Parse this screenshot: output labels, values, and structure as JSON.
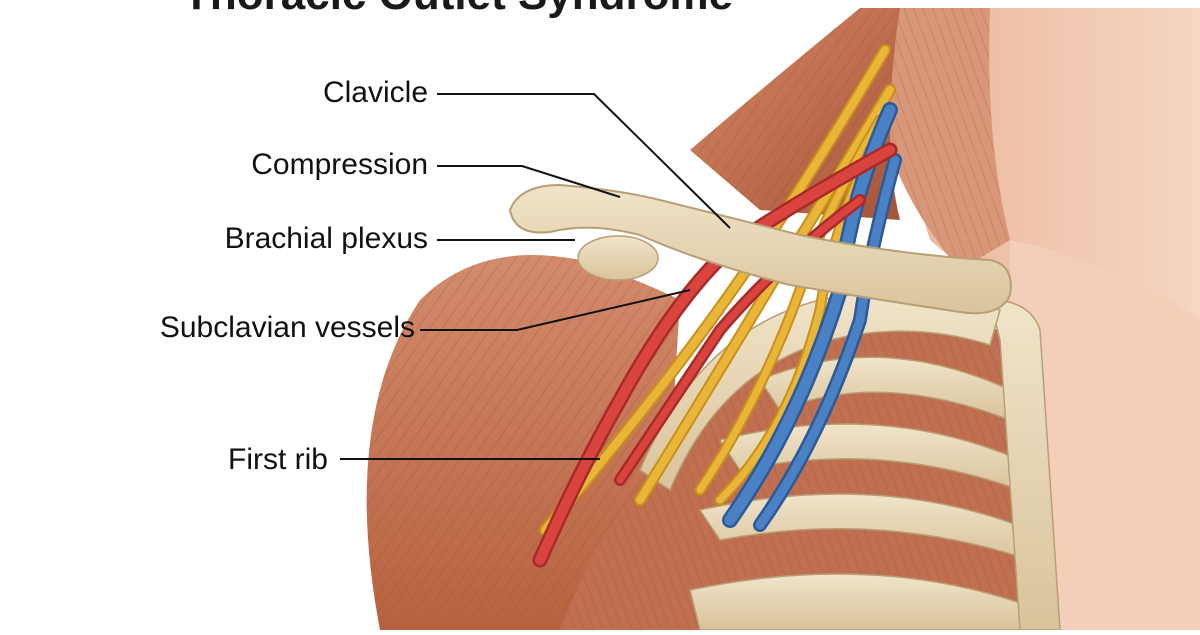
{
  "title": "Thoracic Outlet Syndrome",
  "labels": {
    "clavicle": "Clavicle",
    "compression": "Compression",
    "brachial_plexus": "Brachial plexus",
    "subclavian_vessels": "Subclavian vessels",
    "first_rib": "First rib"
  },
  "colors": {
    "background": "#ffffff",
    "skin": "#f0c7ad",
    "muscle": "#c8785a",
    "muscle_dark": "#9c4e35",
    "bone": "#e7d6b6",
    "nerve": "#e3ae2c",
    "artery": "#cf3d3b",
    "vein": "#3f73b8",
    "leader_line": "#111111"
  }
}
